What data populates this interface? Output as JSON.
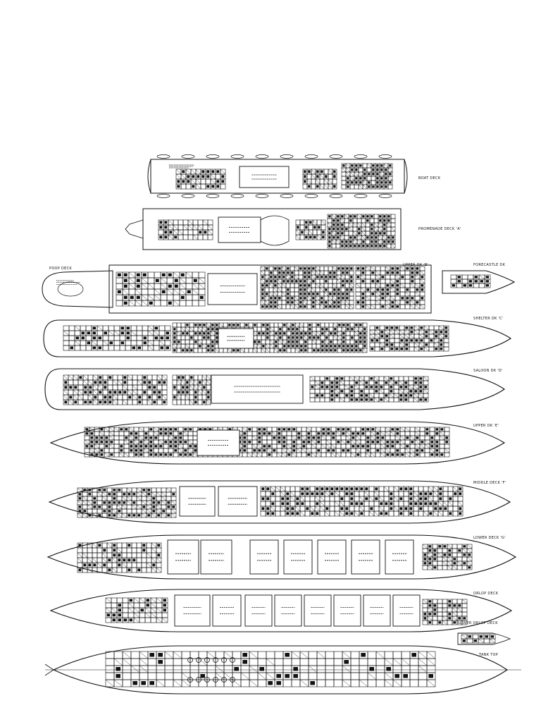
{
  "figure": {
    "kind": "ship deck plans",
    "decks": [
      {
        "id": "boat",
        "label": "BOAT DECK"
      },
      {
        "id": "promenade",
        "label": "PROMENADE DECK 'A'"
      },
      {
        "id": "upper-b",
        "label": "UPPER DK 'B'"
      },
      {
        "id": "forecastle",
        "label": "FORECASTLE DK"
      },
      {
        "id": "shelter-c",
        "label": "SHELTER DK 'C'"
      },
      {
        "id": "saloon-d",
        "label": "SALOON DK 'D'"
      },
      {
        "id": "upper-e",
        "label": "UPPER DK 'E'"
      },
      {
        "id": "middle-f",
        "label": "MIDDLE DECK 'F'"
      },
      {
        "id": "lower-g",
        "label": "LOWER DECK 'G'"
      },
      {
        "id": "orlop",
        "label": "ORLOP DECK"
      },
      {
        "id": "lower-orlop",
        "label": "LOWER ORLOP DECK"
      },
      {
        "id": "tank-top",
        "label": "TANK TOP"
      }
    ],
    "poop_label": "POOP DECK"
  }
}
